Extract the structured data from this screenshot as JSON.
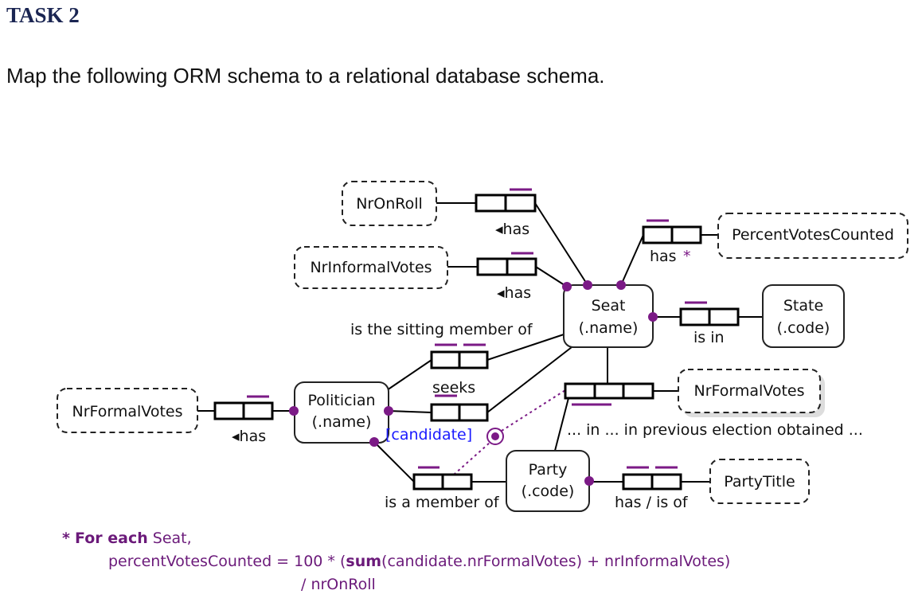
{
  "header": {
    "title": "TASK 2",
    "instruction": "Map the following ORM schema to a relational database schema."
  },
  "diagram": {
    "entities": {
      "seat": {
        "name": "Seat",
        "ref": "(.name)"
      },
      "state": {
        "name": "State",
        "ref": "(.code)"
      },
      "politician": {
        "name": "Politician",
        "ref": "(.name)"
      },
      "party": {
        "name": "Party",
        "ref": "(.code)"
      }
    },
    "value_types": {
      "nr_on_roll": "NrOnRoll",
      "nr_informal_votes": "NrInformalVotes",
      "percent_votes_counted": "PercentVotesCounted",
      "nr_formal_votes_politician": "NrFormalVotes",
      "nr_formal_votes_ternary": "NrFormalVotes",
      "party_title": "PartyTitle"
    },
    "readings": {
      "nr_on_roll_has": "◂has",
      "nr_informal_has": "◂has",
      "percent_has": "has",
      "percent_star": "*",
      "is_in": "is in",
      "sitting_member": "is the sitting member of",
      "seeks": "seeks",
      "candidate_role": "[candidate]",
      "politician_has": "◂has",
      "ternary": "... in ... in previous election obtained ...",
      "member_of": "is a member of",
      "party_title": "has / is of"
    },
    "colors": {
      "constraint": "#7b1a86",
      "role_name": "#1a1aff",
      "line": "#000000"
    }
  },
  "footnote": {
    "star": "*",
    "heading_bold": "For each",
    "heading_rest": " Seat,",
    "formula_part1": "percentVotesCounted = 100 * (",
    "formula_bold": "sum",
    "formula_part2": "(candidate.nrFormalVotes) + nrInformalVotes)",
    "formula_line2": "/ nrOnRoll"
  }
}
